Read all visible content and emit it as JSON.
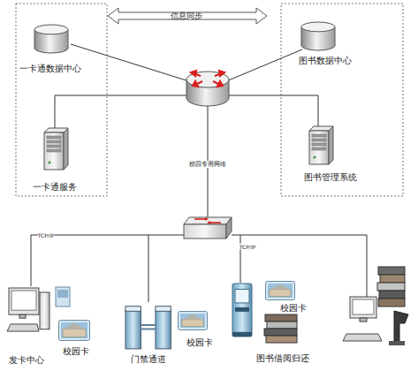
{
  "diagram": {
    "nodes": [
      {
        "text": [
          "一卡通数据中心"
        ]
      },
      {
        "text": [
          "图书数据中心"
        ]
      },
      {
        "text": [
          "一卡通服务"
        ]
      },
      {
        "text": [
          "图书管理系统"
        ]
      },
      {
        "text": [
          "发卡中心"
        ]
      },
      {
        "text": [
          "校园卡"
        ]
      },
      {
        "text": [
          "门禁通道"
        ]
      },
      {
        "text": [
          "校园卡"
        ]
      },
      {
        "text": [
          "图书借阅归还"
        ]
      },
      {
        "text": [
          "校园卡"
        ]
      }
    ],
    "labels": [
      "信息同步",
      "校园专用网络",
      "TCP/IP",
      "TCP/IP"
    ]
  }
}
